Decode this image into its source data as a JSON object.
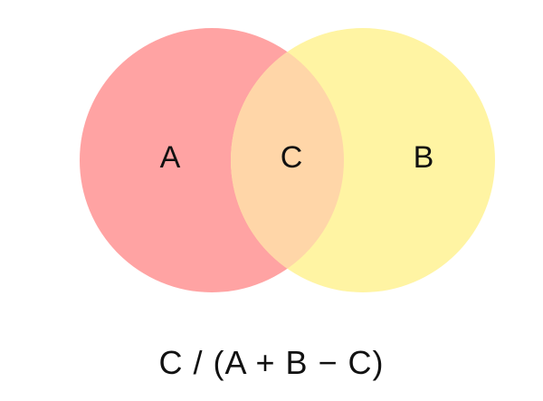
{
  "diagram": {
    "sets": [
      {
        "id": "A",
        "label": "A",
        "color": "#FFA3A3"
      },
      {
        "id": "B",
        "label": "B",
        "color": "#FFF4A3"
      }
    ],
    "intersection": {
      "label": "C",
      "color": "#FFD6A8"
    },
    "formula": "C / (A + B − C)"
  }
}
